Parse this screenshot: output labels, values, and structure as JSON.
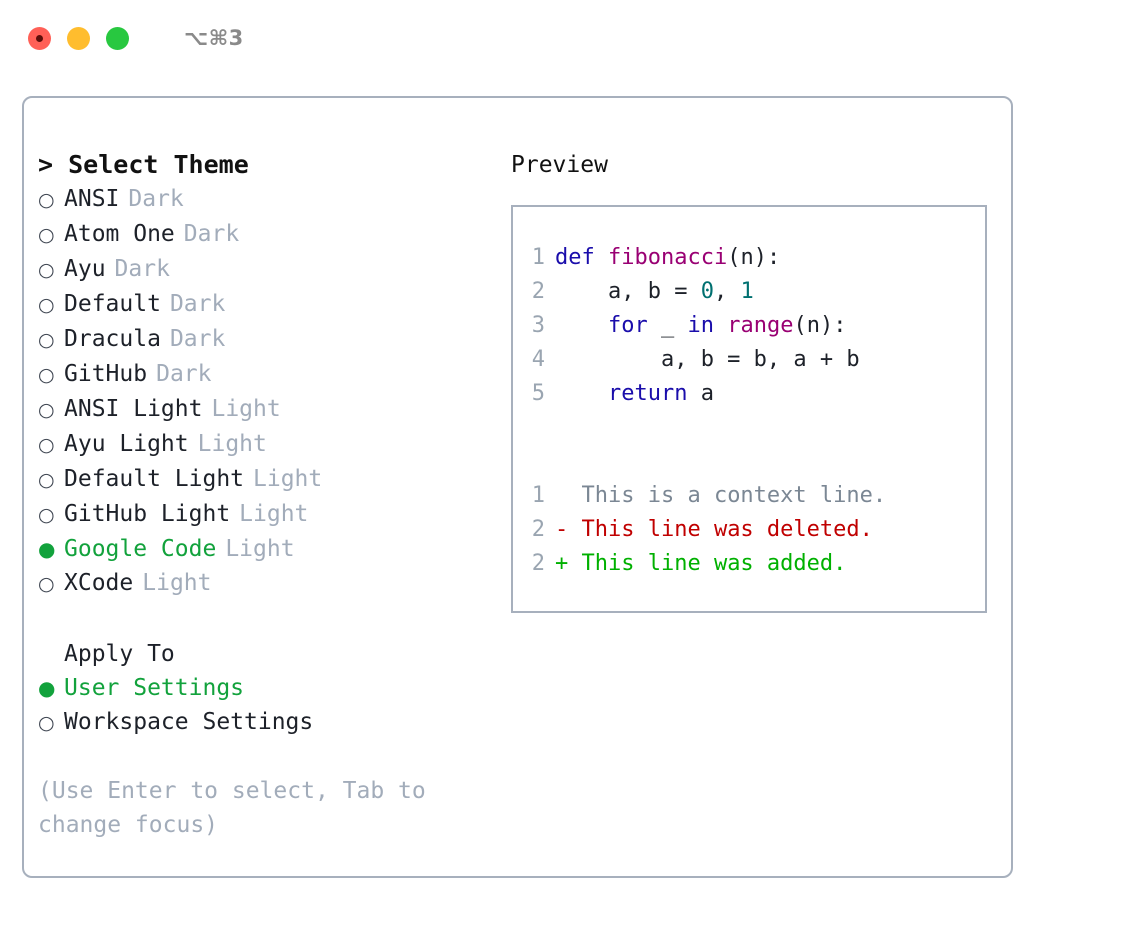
{
  "window": {
    "shortcut": "⌥⌘3",
    "traffic_lights": {
      "close": "close-button",
      "minimize": "minimize-button",
      "maximize": "maximize-button"
    },
    "colors": {
      "close": "#FF6057",
      "minimize": "#FFBD2E",
      "maximize": "#28C840",
      "panel_border": "#A7B0BD",
      "accent_green": "#12A23C",
      "muted": "#A2ACBA"
    }
  },
  "theme_picker": {
    "heading": "Select Theme",
    "caret": ">",
    "bullet_unselected": "○",
    "bullet_selected": "●",
    "items": [
      {
        "label": "ANSI",
        "tag": "Dark",
        "selected": false
      },
      {
        "label": "Atom One",
        "tag": "Dark",
        "selected": false
      },
      {
        "label": "Ayu",
        "tag": "Dark",
        "selected": false
      },
      {
        "label": "Default",
        "tag": "Dark",
        "selected": false
      },
      {
        "label": "Dracula",
        "tag": "Dark",
        "selected": false
      },
      {
        "label": "GitHub",
        "tag": "Dark",
        "selected": false
      },
      {
        "label": "ANSI Light",
        "tag": "Light",
        "selected": false
      },
      {
        "label": "Ayu Light",
        "tag": "Light",
        "selected": false
      },
      {
        "label": "Default Light",
        "tag": "Light",
        "selected": false
      },
      {
        "label": "GitHub Light",
        "tag": "Light",
        "selected": false
      },
      {
        "label": "Google Code",
        "tag": "Light",
        "selected": true
      },
      {
        "label": "XCode",
        "tag": "Light",
        "selected": false
      }
    ]
  },
  "apply_to": {
    "heading": "Apply To",
    "items": [
      {
        "label": "User Settings",
        "selected": true
      },
      {
        "label": "Workspace Settings",
        "selected": false
      }
    ]
  },
  "hint": "(Use Enter to select, Tab to change focus)",
  "preview": {
    "heading": "Preview",
    "code_lines": [
      {
        "number": "1",
        "tokens": [
          {
            "text": "def ",
            "type": "kw"
          },
          {
            "text": "fibonacci",
            "type": "fn"
          },
          {
            "text": "(n):",
            "type": "pl"
          }
        ]
      },
      {
        "number": "2",
        "tokens": [
          {
            "text": "    a, b = ",
            "type": "pl"
          },
          {
            "text": "0",
            "type": "num"
          },
          {
            "text": ", ",
            "type": "pl"
          },
          {
            "text": "1",
            "type": "num"
          }
        ]
      },
      {
        "number": "3",
        "tokens": [
          {
            "text": "    ",
            "type": "pl"
          },
          {
            "text": "for",
            "type": "kw"
          },
          {
            "text": " _ ",
            "type": "pl"
          },
          {
            "text": "in",
            "type": "kw"
          },
          {
            "text": " ",
            "type": "pl"
          },
          {
            "text": "range",
            "type": "fn"
          },
          {
            "text": "(n):",
            "type": "pl"
          }
        ]
      },
      {
        "number": "4",
        "tokens": [
          {
            "text": "        a, b = b, a + b",
            "type": "pl"
          }
        ]
      },
      {
        "number": "5",
        "tokens": [
          {
            "text": "    ",
            "type": "pl"
          },
          {
            "text": "return",
            "type": "kw"
          },
          {
            "text": " a",
            "type": "pl"
          }
        ]
      }
    ],
    "diff_lines": [
      {
        "number": "1",
        "marker": " ",
        "text": " This is a context line.",
        "kind": "context"
      },
      {
        "number": "2",
        "marker": "-",
        "text": " This line was deleted.",
        "kind": "delete"
      },
      {
        "number": "2",
        "marker": "+",
        "text": " This line was added.",
        "kind": "add"
      }
    ],
    "syntax_colors": {
      "keyword": "#1A0DAB",
      "function": "#990073",
      "number": "#007070",
      "plain": "#1D2129",
      "line_number": "#9AA5B1",
      "diff_context": "#7B8794",
      "diff_delete": "#C00000",
      "diff_add": "#00B000"
    }
  }
}
